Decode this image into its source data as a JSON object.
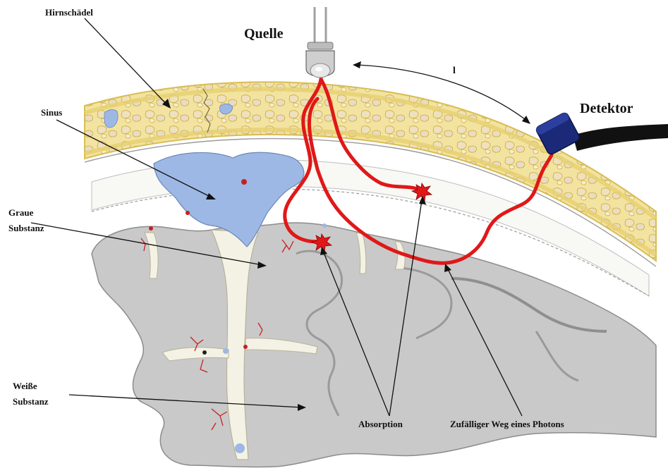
{
  "labels": {
    "hirnschaedel": "Hirnschädel",
    "quelle": "Quelle",
    "detektor": "Detektor",
    "sinus": "Sinus",
    "graue_line1": "Graue",
    "graue_line2": "Substanz",
    "weisse_line1": "Weiße",
    "weisse_line2": "Substanz",
    "absorption": "Absorption",
    "photon_path": "Zufälliger Weg eines Photons",
    "distance": "l"
  },
  "colors": {
    "skull_fill": "#f3e3a0",
    "skull_edge": "#d8bd52",
    "bone_cell": "#efe1bd",
    "sinus_blue": "#9db8e4",
    "gray_matter": "#c9c9c9",
    "gray_edge": "#8c8c8c",
    "white_matter": "#f4f2e4",
    "photon_red": "#e01818",
    "detector_blue": "#1a2a78",
    "cable": "#111111"
  },
  "icons": {
    "source": "led-light-source-icon",
    "detector": "detector-sensor-icon",
    "absorption": "absorption-burst-icon"
  }
}
